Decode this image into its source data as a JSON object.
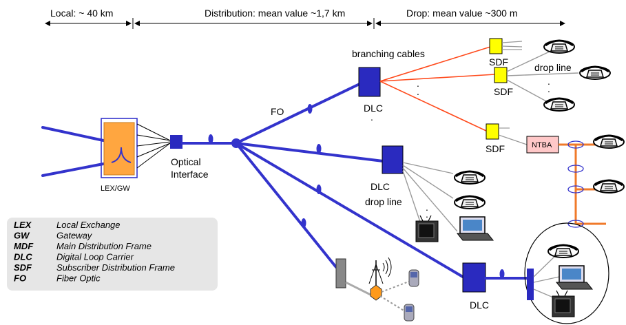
{
  "header": {
    "local": "Local: ~  40 km",
    "distribution": "Distribution: mean value ~1,7 km",
    "drop": "Drop: mean value ~300 m"
  },
  "labels": {
    "branching_cables": "branching cables",
    "sdf": "SDF",
    "drop_line": "drop line",
    "fo": "FO",
    "dlc": "DLC",
    "ntba": "NTBA",
    "optical_interface_1": "Optical",
    "optical_interface_2": "Interface",
    "lex_gw": "LEX/GW",
    "dot": "."
  },
  "legend": [
    {
      "abbr": "LEX",
      "def": "Local Exchange"
    },
    {
      "abbr": "GW",
      "def": "Gateway"
    },
    {
      "abbr": "MDF",
      "def": "Main Distribution Frame"
    },
    {
      "abbr": "DLC",
      "def": "Digital Loop Carrier"
    },
    {
      "abbr": "SDF",
      "def": "Subscriber Distribution Frame"
    },
    {
      "abbr": "FO",
      "def": "Fiber Optic"
    }
  ],
  "colors": {
    "fiber": "#3333cc",
    "node": "#2a2abf",
    "copper": "#ff4a1c",
    "sdf": "#ffff00",
    "ntba": "#ffc8c8",
    "lex": "#ffa640"
  }
}
